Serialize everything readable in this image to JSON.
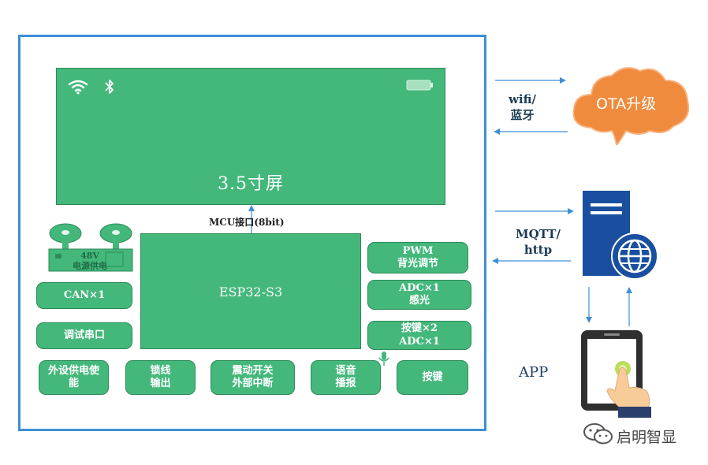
{
  "screen": {
    "title": "3.5寸屏"
  },
  "mcu": {
    "label": "ESP32-S3",
    "interface_label": "MCU接口(8bit)"
  },
  "left_blocks": {
    "power": "48V\n电源供电",
    "can": "CAN×1",
    "debug": "调试串口"
  },
  "right_blocks": {
    "pwm": "PWM\n背光调节",
    "adc_light": "ADC×1\n感光",
    "keys_adc": "按键×2\nADC×1"
  },
  "bottom_blocks": {
    "ext_power": "外设供电使\n能",
    "lock_out": "锁线\n输出",
    "vibration": "震动开关\n外部中断",
    "voice": "语音\n播报",
    "key": "按键"
  },
  "links": {
    "wifi_bt": "wifi/\n蓝牙",
    "mqtt_http": "MQTT/\nhttp"
  },
  "cloud": {
    "label": "OTA升级"
  },
  "app": {
    "label": "APP"
  },
  "watermark": {
    "text": "启明智显"
  },
  "colors": {
    "block_green": "#44b87b",
    "frame_blue": "#3d8fd6",
    "cloud_orange": "#f08a3c",
    "server_blue": "#1a4fa0"
  },
  "icons": [
    "wifi-icon",
    "bluetooth-icon",
    "battery-icon",
    "microphone-icon",
    "server-icon",
    "globe-icon",
    "phone-icon",
    "hand-icon",
    "wechat-icon"
  ]
}
